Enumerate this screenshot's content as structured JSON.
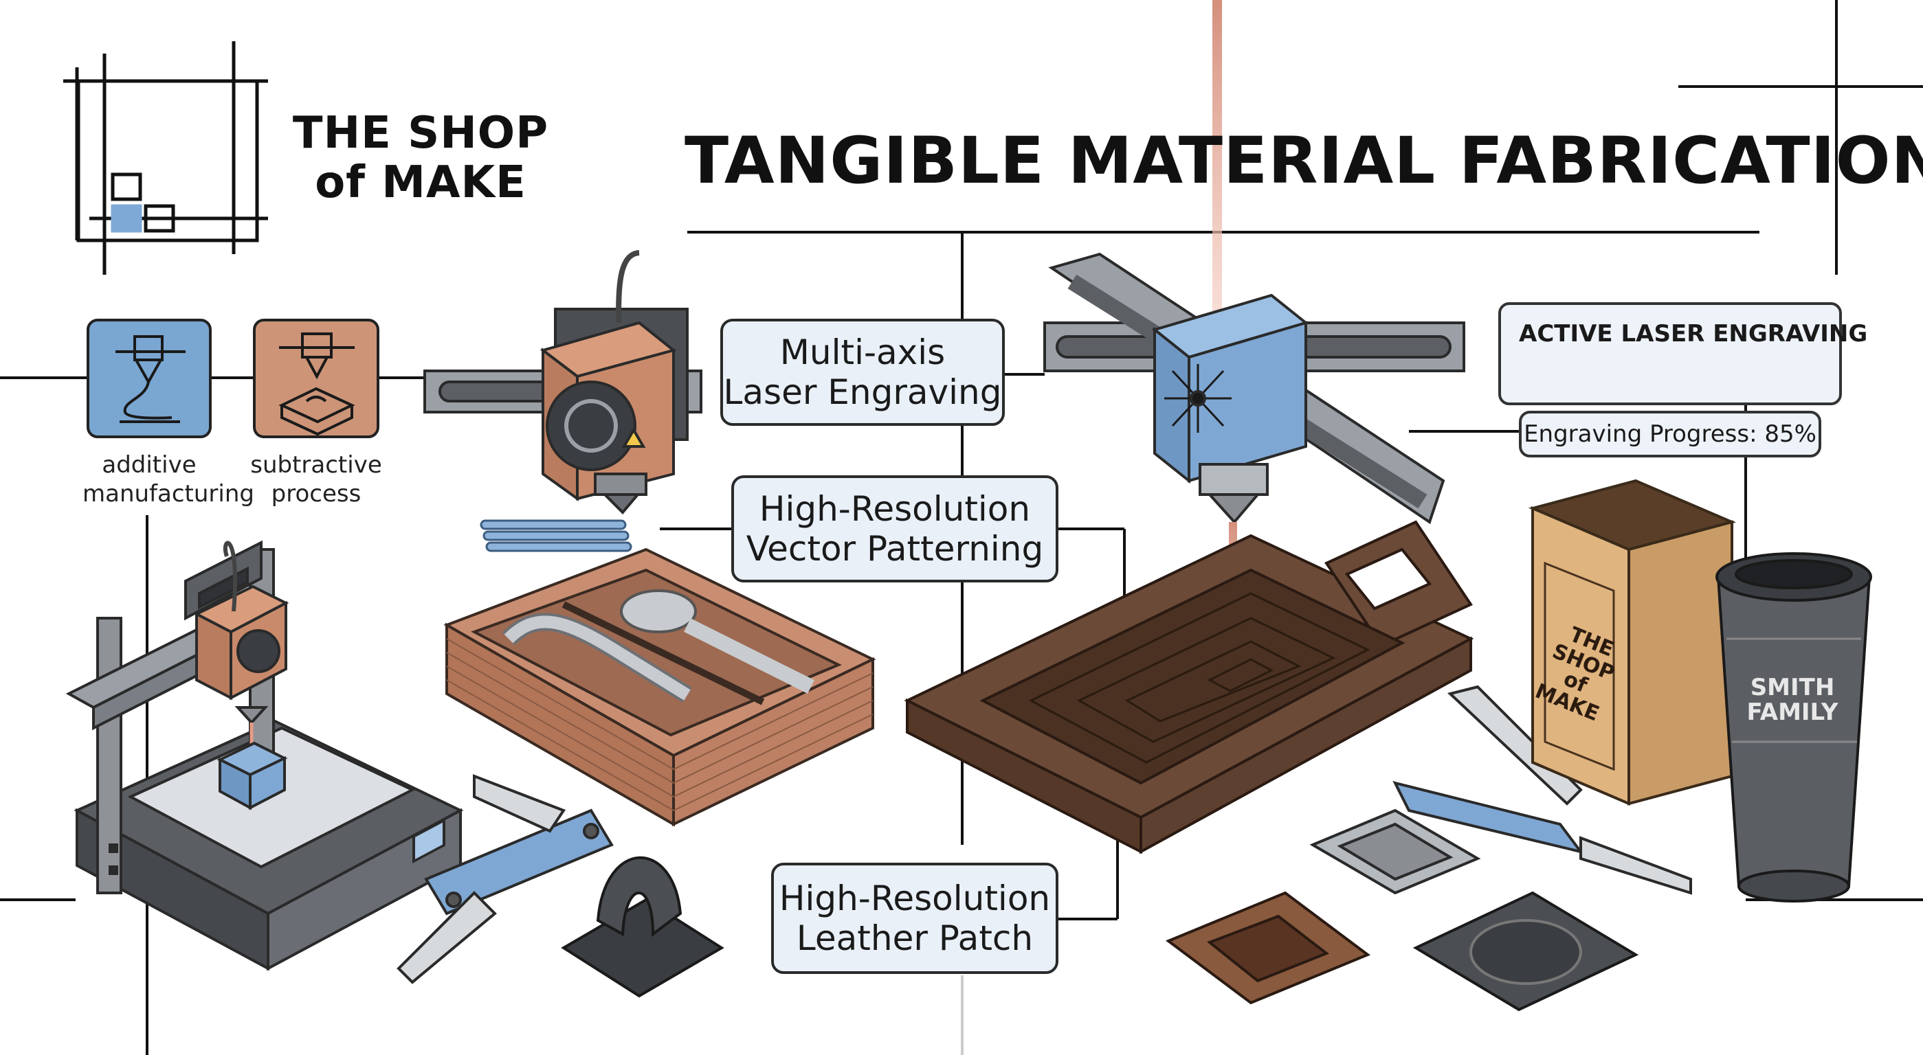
{
  "brand": {
    "line1": "THE SHOP",
    "line2": "of MAKE"
  },
  "title": "TANGIBLE MATERIAL FABRICATION",
  "icons": [
    {
      "icon": "3d-printer-nozzle-icon",
      "label_line1": "additive",
      "label_line2": "manufacturing",
      "color": "#6f9fcf"
    },
    {
      "icon": "cnc-mill-icon",
      "label_line1": "subtractive",
      "label_line2": "process",
      "color": "#c98f6f"
    }
  ],
  "callouts": {
    "multi_axis": {
      "line1": "Multi-axis",
      "line2": "Laser Engraving"
    },
    "vector": {
      "line1": "High-Resolution",
      "line2": "Vector Patterning"
    },
    "leather": {
      "line1": "High-Resolution",
      "line2": "Leather Patch"
    }
  },
  "status_panel": {
    "title": "ACTIVE LASER ENGRAVING",
    "progress_label": "Engraving Progress: 85%",
    "progress": 0.85
  },
  "products": {
    "wood_box_text": {
      "line1": "THE SHOP",
      "line2": "of MAKE"
    },
    "tumbler_text": {
      "line1": "SMITH",
      "line2": "FAMILY"
    }
  },
  "colors": {
    "accent_blue": "#6f9fcf",
    "copper": "#c98f6f",
    "wood": "#6b4a37",
    "laser": "#e79a86",
    "ink": "#1a1a1a"
  }
}
